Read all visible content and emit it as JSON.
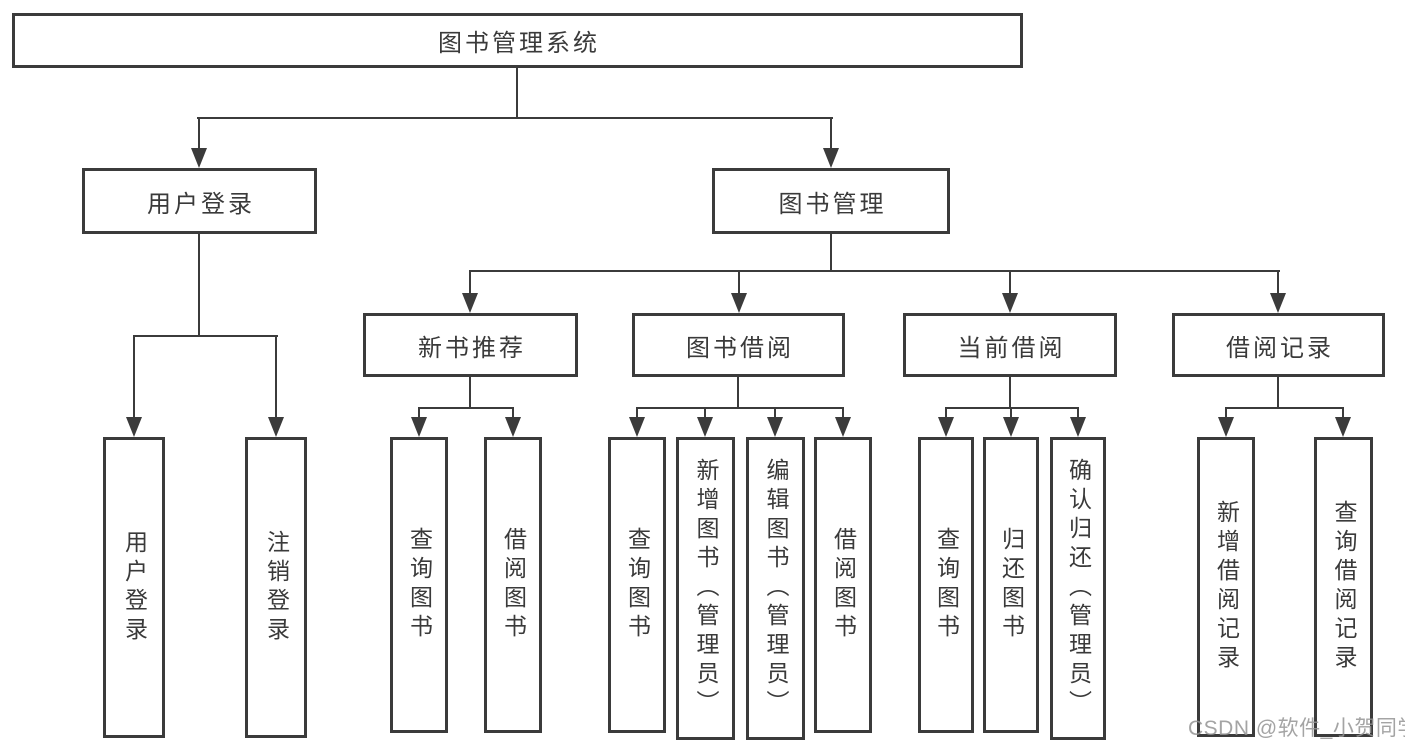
{
  "colors": {
    "line": "#3b3b3b",
    "text": "#3a3a3a",
    "watermark": "#949494",
    "background": "#ffffff"
  },
  "watermark": {
    "text": "CSDN @软件_小贺同学"
  },
  "diagram": {
    "root": {
      "label": "图书管理系统"
    },
    "branches": [
      {
        "label": "用户登录",
        "children": [
          {
            "label": "用户登录"
          },
          {
            "label": "注销登录"
          }
        ]
      },
      {
        "label": "图书管理",
        "children": [
          {
            "label": "新书推荐",
            "children": [
              {
                "label": "查询图书"
              },
              {
                "label": "借阅图书"
              }
            ]
          },
          {
            "label": "图书借阅",
            "children": [
              {
                "label": "查询图书"
              },
              {
                "label": "新增图书（管理员）"
              },
              {
                "label": "编辑图书（管理员）"
              },
              {
                "label": "借阅图书"
              }
            ]
          },
          {
            "label": "当前借阅",
            "children": [
              {
                "label": "查询图书"
              },
              {
                "label": "归还图书"
              },
              {
                "label": "确认归还（管理员）"
              }
            ]
          },
          {
            "label": "借阅记录",
            "children": [
              {
                "label": "新增借阅记录"
              },
              {
                "label": "查询借阅记录"
              }
            ]
          }
        ]
      }
    ]
  }
}
